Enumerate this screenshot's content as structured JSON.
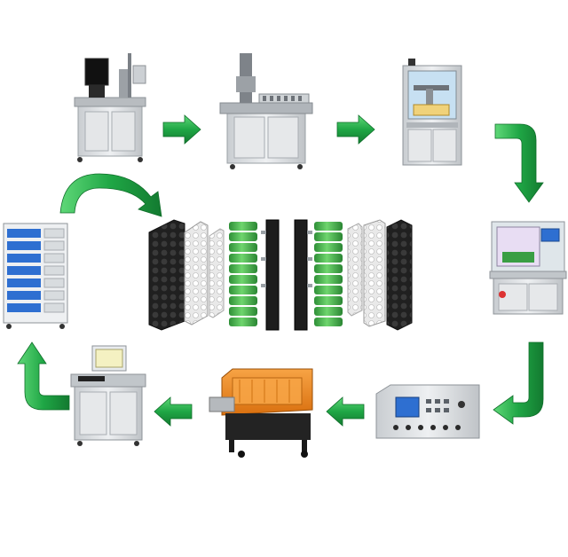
{
  "diagram": {
    "kind": "battery-pack-assembly-line",
    "flow_direction": "clockwise",
    "steps": [
      {
        "id": "cell-sorting-machine",
        "icon": "cell-sorting-machine"
      },
      {
        "id": "cell-holder-press",
        "icon": "holder-press-machine"
      },
      {
        "id": "spot-welding-machine",
        "icon": "enclosed-welding-machine"
      },
      {
        "id": "laser-welding-machine",
        "icon": "laser-welding-machine"
      },
      {
        "id": "pack-tester",
        "icon": "battery-pack-tester"
      },
      {
        "id": "shrink-tunnel",
        "icon": "heat-shrink-tunnel"
      },
      {
        "id": "label-printer-station",
        "icon": "inspection-station"
      },
      {
        "id": "charge-discharge-cabinet",
        "icon": "aging-cabinet"
      }
    ],
    "center_item": {
      "id": "battery-pack-exploded",
      "icon": "exploded-battery-pack"
    },
    "colors": {
      "arrow_green": "#1a9a3c",
      "arrow_green_light": "#3fc560",
      "cell_green": "#3cb043",
      "holder_black": "#1d1d1d",
      "machine_grey": "#d9dde0",
      "shrink_orange": "#f08a1e",
      "screen_blue": "#2e6fd1"
    }
  }
}
